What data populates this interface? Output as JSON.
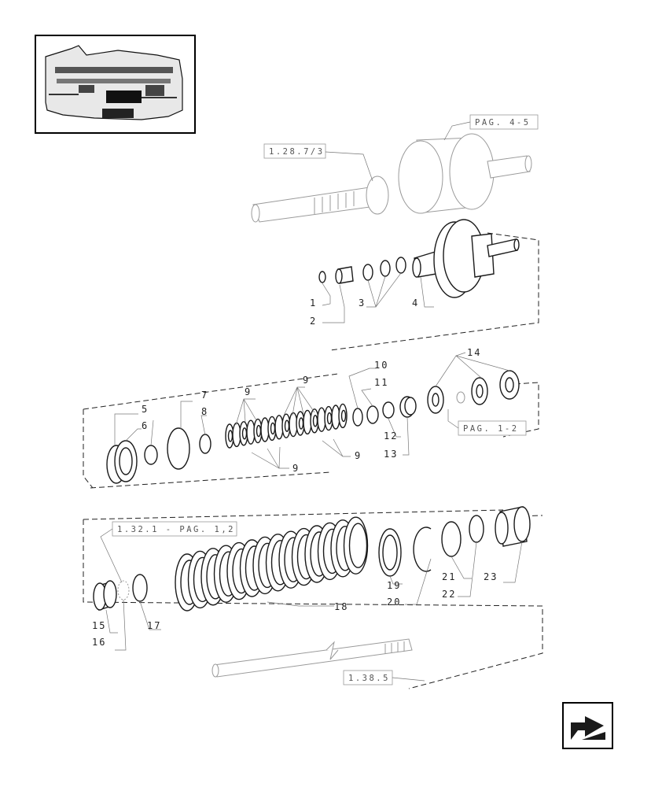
{
  "callouts": {
    "c1": "1",
    "c2": "2",
    "c3": "3",
    "c4": "4",
    "c5": "5",
    "c6": "6",
    "c7": "7",
    "c8": "8",
    "c9": "9",
    "c10": "10",
    "c11": "11",
    "c12": "12",
    "c13": "13",
    "c14": "14",
    "c15": "15",
    "c16": "16",
    "c17": "17",
    "c18": "18",
    "c19": "19",
    "c20": "20",
    "c21": "21",
    "c22": "22",
    "c23": "23"
  },
  "references": {
    "r_top": "1.28.7/3",
    "r_pag45": "PAG. 4-5",
    "r_pag12": "PAG. 1-2",
    "r_1321": "1.32.1 - PAG. 1,2",
    "r_1385": "1.38.5"
  },
  "icons": {
    "overview": "transmission-overview-thumbnail",
    "nav": "return-arrow-icon"
  },
  "colors": {
    "ink": "#1a1a1a",
    "ghost": "#9a9a9a",
    "background": "#ffffff"
  }
}
